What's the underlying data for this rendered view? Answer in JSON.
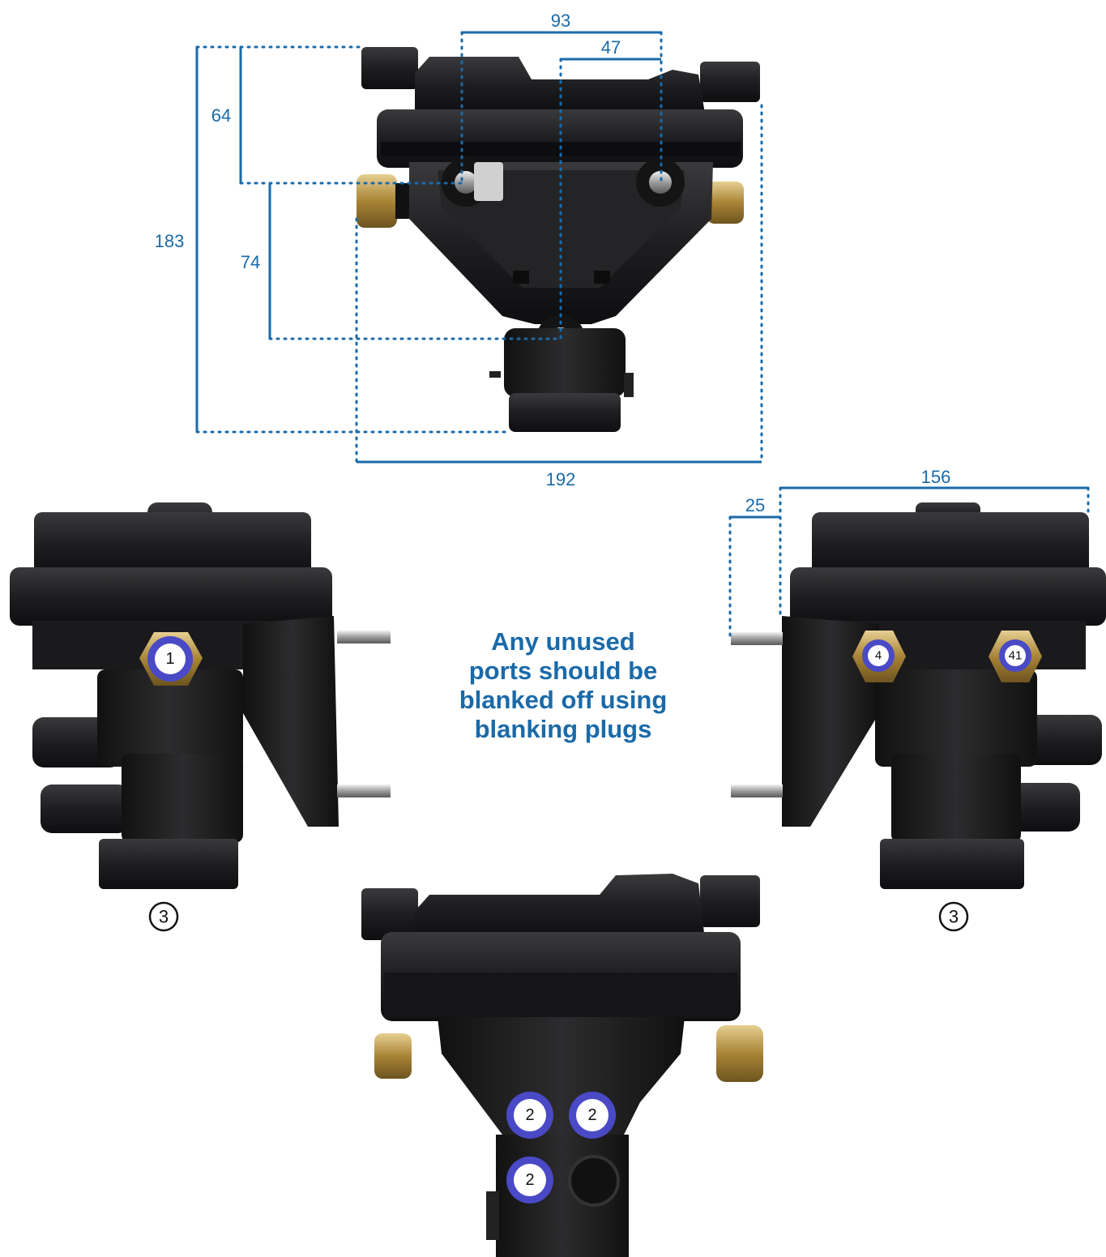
{
  "dimensions": {
    "d93": "93",
    "d47": "47",
    "d64": "64",
    "d183": "183",
    "d74": "74",
    "d192": "192",
    "d156": "156",
    "d25": "25"
  },
  "ports": {
    "left_side_port": "1",
    "right_side_port_a": "4",
    "right_side_port_b": "41",
    "bottom_port_a": "2",
    "bottom_port_b": "2",
    "bottom_port_c": "2",
    "left_view_marker": "3",
    "right_view_marker": "3"
  },
  "note": "Any unused\nports should be\nblanked off using\nblanking plugs",
  "colors": {
    "dimension_blue": "#1a6aa9",
    "port_ring": "#4a49c6",
    "body": "#1c1c1e",
    "brass": "#b08a45"
  }
}
